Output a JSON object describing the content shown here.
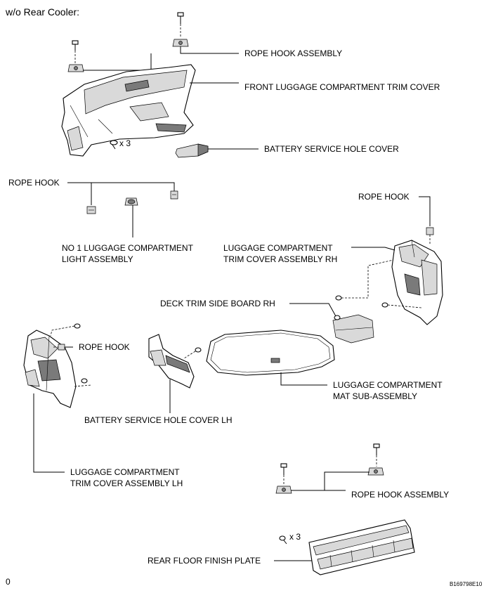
{
  "header": "w/o Rear Cooler:",
  "labels": {
    "rope_hook_assembly_top": "ROPE HOOK ASSEMBLY",
    "front_trim_cover": "FRONT LUGGAGE COMPARTMENT TRIM COVER",
    "battery_service_hole_cover": "BATTERY SERVICE HOLE COVER",
    "qty_x3_top": "x 3",
    "rope_hook_left": "ROPE HOOK",
    "rope_hook_right": "ROPE HOOK",
    "light_assembly_line1": "NO 1 LUGGAGE COMPARTMENT",
    "light_assembly_line2": "LIGHT ASSEMBLY",
    "trim_cover_rh_line1": "LUGGAGE COMPARTMENT",
    "trim_cover_rh_line2": "TRIM COVER ASSEMBLY RH",
    "deck_trim_side_board": "DECK TRIM SIDE BOARD RH",
    "rope_hook_mid": "ROPE HOOK",
    "mat_line1": "LUGGAGE COMPARTMENT",
    "mat_line2": "MAT SUB-ASSEMBLY",
    "battery_hole_cover_lh": "BATTERY SERVICE HOLE COVER LH",
    "trim_cover_lh_line1": "LUGGAGE COMPARTMENT",
    "trim_cover_lh_line2": "TRIM COVER ASSEMBLY LH",
    "rope_hook_assembly_bottom": "ROPE HOOK ASSEMBLY",
    "qty_x3_bottom": "x 3",
    "rear_floor_finish_plate": "REAR FLOOR FINISH PLATE"
  },
  "corner_mark": "0",
  "figure_code": "B169798E10"
}
